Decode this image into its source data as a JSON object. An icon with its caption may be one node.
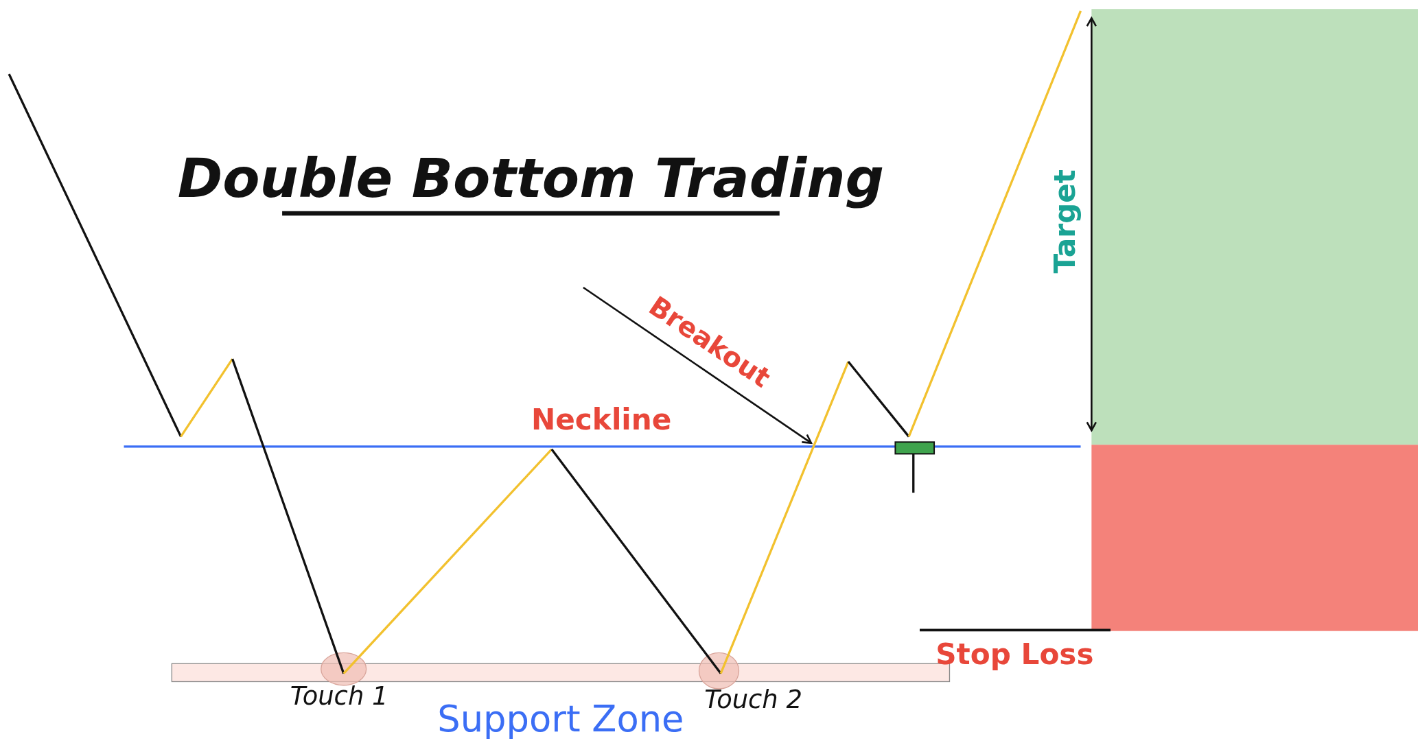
{
  "diagram": {
    "title": "Double Bottom Trading",
    "labels": [
      "Target",
      "Breakout",
      "Neckline",
      "Stop Loss",
      "Touch 1",
      "Touch 2",
      "Support Zone"
    ]
  }
}
